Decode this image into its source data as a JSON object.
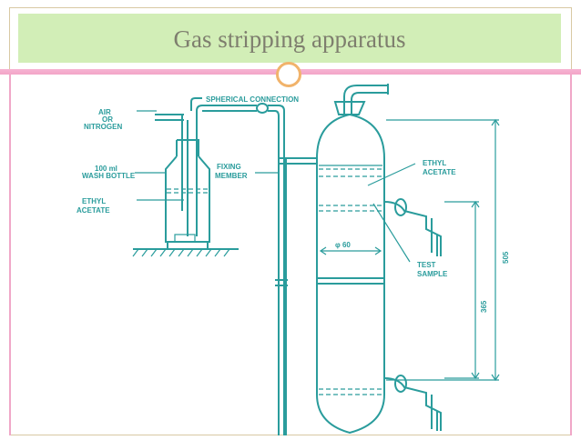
{
  "slide": {
    "title": "Gas stripping apparatus"
  },
  "diagram": {
    "labels": {
      "air_or_nitrogen_1": "AIR",
      "air_or_nitrogen_2": "OR",
      "air_or_nitrogen_3": "NITROGEN",
      "spherical_connection": "SPHERICAL CONNECTION",
      "wash_bottle_1": "100 ml",
      "wash_bottle_2": "WASH BOTTLE",
      "fixing_member_1": "FIXING",
      "fixing_member_2": "MEMBER",
      "ethyl_acetate_left_1": "ETHYL",
      "ethyl_acetate_left_2": "ACETATE",
      "ethyl_acetate_right_1": "ETHYL",
      "ethyl_acetate_right_2": "ACETATE",
      "diameter": "φ 60",
      "test_sample_1": "TEST",
      "test_sample_2": "SAMPLE",
      "dim_505": "505",
      "dim_365": "365"
    },
    "colors": {
      "line": "#2a9c9c",
      "title_bar": "#d2eeb7",
      "accent_pink": "#f3a5c8",
      "ring": "#f1b36b"
    }
  }
}
